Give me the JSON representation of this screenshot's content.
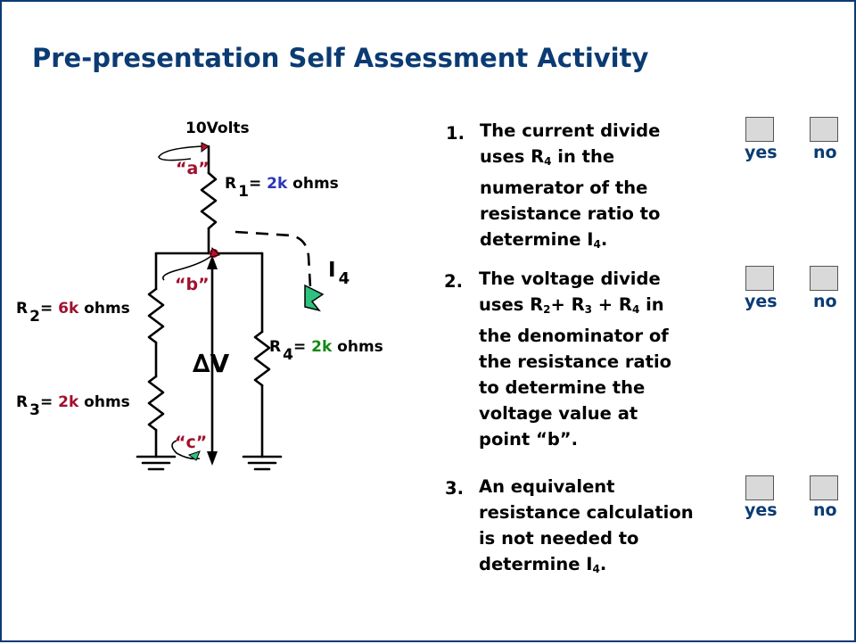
{
  "slide": {
    "title": "Pre-presentation Self Assessment Activity"
  },
  "circuit": {
    "source": "10Volts",
    "point_a": "“a”",
    "point_b": "“b”",
    "point_c": "“c”",
    "delta_v": "∆V",
    "i4": {
      "base": "I",
      "sub": "4"
    },
    "r1": {
      "base": "R",
      "sub": "1",
      "eq": "= ",
      "value": "2k",
      "unit": " ohms"
    },
    "r2": {
      "base": "R",
      "sub": "2",
      "eq": "= ",
      "value": "6k",
      "unit": " ohms"
    },
    "r3": {
      "base": "R",
      "sub": "3",
      "eq": "= ",
      "value": "2k",
      "unit": " ohms"
    },
    "r4": {
      "base": "R",
      "sub": "4",
      "eq": "= ",
      "value": "2k",
      "unit": " ohms"
    },
    "colors": {
      "r1_value": "#2a36b8",
      "r2_value": "#a0112e",
      "r3_value": "#a0112e",
      "r4_value": "#138a13",
      "node": "#c0102a",
      "arrow": "#2ec27e"
    }
  },
  "questions": [
    {
      "number": "1.",
      "lines": {
        "l1": "The current divide",
        "l2a": "uses R",
        "l2s": "4",
        "l2b": " in the",
        "l3": "numerator of the",
        "l4": "resistance ratio to",
        "l5a": "determine I",
        "l5s": "4",
        "l5b": "."
      },
      "yes": "yes",
      "no": "no"
    },
    {
      "number": "2.",
      "lines": {
        "l1": "The voltage divide",
        "l2a": "uses R",
        "l2s": "2",
        "l2b": "+ R",
        "l2s2": "3",
        "l2c": " + R",
        "l2s3": "4",
        "l2d": " in",
        "l3": "the denominator of",
        "l4": "the resistance ratio",
        "l5": "to determine the",
        "l6": "voltage value at",
        "l7": "point “b”."
      },
      "yes": "yes",
      "no": "no"
    },
    {
      "number": "3.",
      "lines": {
        "l1": "An equivalent",
        "l2": "resistance calculation",
        "l3": "is not needed to",
        "l4a": "determine I",
        "l4s": "4",
        "l4b": "."
      },
      "yes": "yes",
      "no": "no"
    }
  ]
}
